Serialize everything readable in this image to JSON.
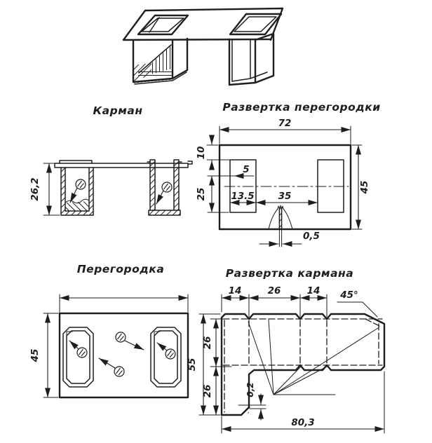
{
  "page": {
    "background": "#ffffff",
    "ink_color": "#1e1e1e"
  },
  "figures": {
    "isometric": {
      "name": "assembly-isometric-view"
    },
    "pocket_section": {
      "title": "Карман",
      "dims": {
        "height": "26,2"
      }
    },
    "partition_development": {
      "title": "Развертка перегородки",
      "dims": {
        "width": "72",
        "height": "45",
        "top_margin": "10",
        "side_margin": "5",
        "hole_height": "25",
        "hole_width": "13.5",
        "between_holes": "35",
        "slot_width": "0,5"
      }
    },
    "partition": {
      "title": "Перегородка",
      "dims": {
        "height": "45"
      }
    },
    "pocket_development": {
      "title": "Развертка кармана",
      "dims": {
        "flap_left": "14",
        "flap_mid": "26",
        "flap_right": "14",
        "chamfer_angle": "45°",
        "total_height": "55",
        "upper_part": "26",
        "lower_part": "26",
        "lip": "0,2",
        "total_width": "80,3"
      }
    }
  }
}
